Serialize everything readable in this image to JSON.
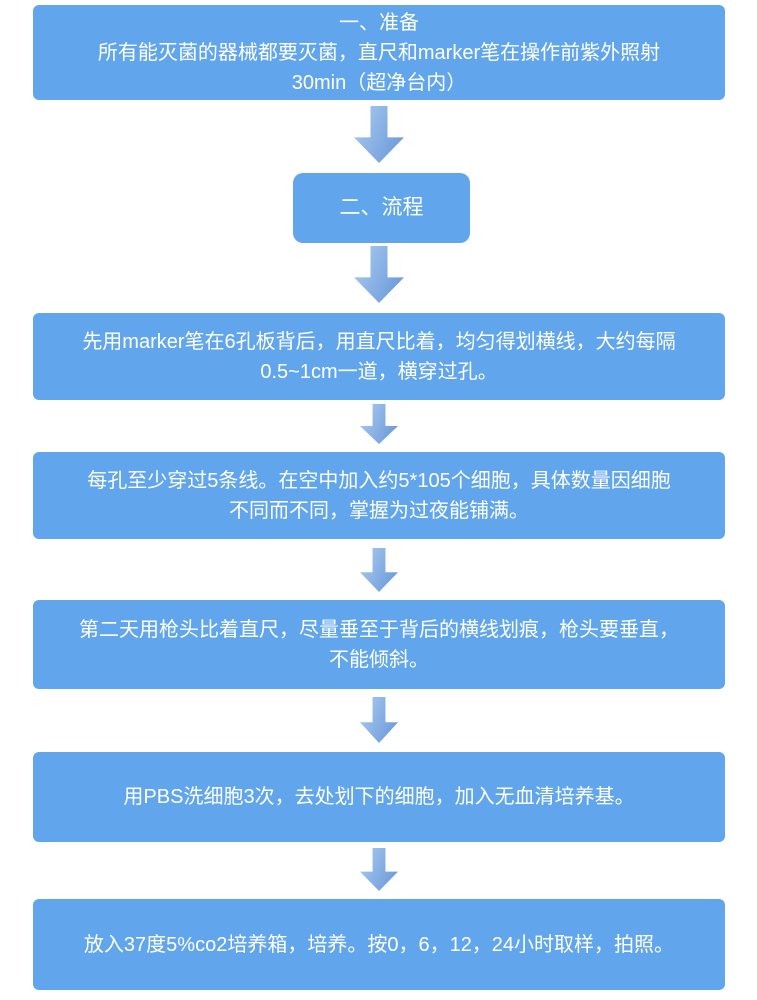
{
  "flowchart": {
    "title_hint": "细胞划痕实验流程图",
    "colors": {
      "background": "#ffffff",
      "box_fill": "#61a6ec",
      "text": "#ffffff",
      "arrow_gradient_light": "#accdf2",
      "arrow_gradient_dark": "#6494d6"
    },
    "steps": [
      {
        "id": "prepare-header",
        "lines": [
          "一、准备",
          "所有能灭菌的器械都要灭菌，直尺和marker笔在操作前紫外照射",
          "30min（超净台内）"
        ]
      },
      {
        "id": "process-header",
        "lines": [
          "二、流程"
        ]
      },
      {
        "id": "draw-grid-lines",
        "lines": [
          "先用marker笔在6孔板背后，用直尺比着，均匀得划横线，大约每隔",
          "0.5~1cm一道，横穿过孔。"
        ]
      },
      {
        "id": "seed-cells",
        "lines": [
          "每孔至少穿过5条线。在空中加入约5*105个细胞，具体数量因细胞",
          "不同而不同，掌握为过夜能铺满。"
        ]
      },
      {
        "id": "scratch-wound",
        "lines": [
          "第二天用枪头比着直尺，尽量垂至于背后的横线划痕，枪头要垂直，",
          "不能倾斜。"
        ]
      },
      {
        "id": "wash-pbs",
        "lines": [
          "用PBS洗细胞3次，去处划下的细胞，加入无血清培养基。"
        ]
      },
      {
        "id": "incubate-photo",
        "lines": [
          "放入37度5%co2培养箱，培养。按0，6，12，24小时取样，拍照。"
        ]
      }
    ]
  }
}
